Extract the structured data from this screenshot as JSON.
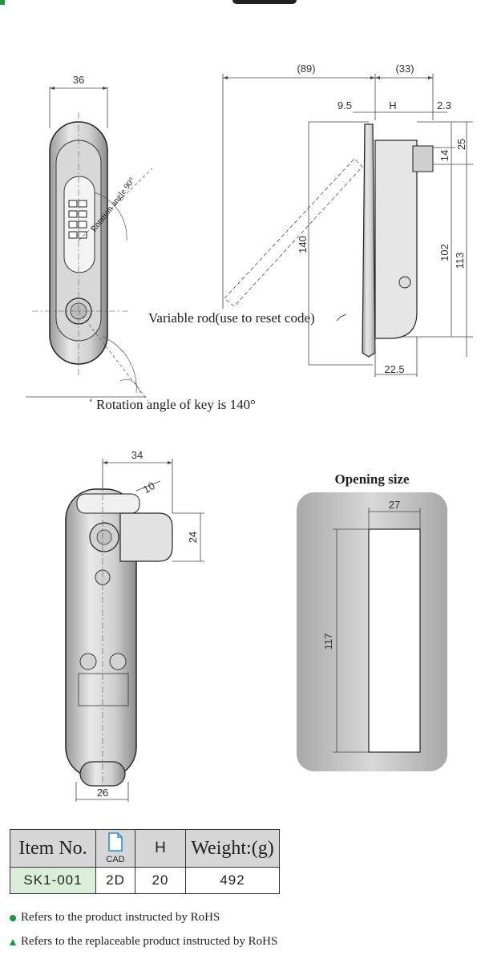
{
  "dims": {
    "front_width": "36",
    "rotation_combo": "Rotation angle 90°",
    "side_total": "(89)",
    "side_right": "(33)",
    "d_9_5": "9.5",
    "d_h": "H",
    "d_2_3": "2.3",
    "d_25": "25",
    "d_14": "14",
    "d_102": "102",
    "d_113": "113",
    "d_140": "140",
    "d_22_5": "22.5",
    "back_width": "34",
    "back_10": "10",
    "back_24": "24",
    "back_26": "26",
    "open_width": "27",
    "open_height": "117"
  },
  "labels": {
    "variable_rod": "Variable rod(use to reset code)",
    "key_rotation": "Rotation angle of key is 140°",
    "opening_size": "Opening size"
  },
  "table": {
    "headers": {
      "item_no": "Item No.",
      "cad": "CAD",
      "h": "H",
      "weight": "Weight:(g)"
    },
    "rows": [
      {
        "item_no": "SK1-001",
        "cad": "2D",
        "h": "20",
        "weight": "492"
      }
    ]
  },
  "notes": {
    "rohs": "Refers to the product instructed by RoHS",
    "replaceable": "Refers to the replaceable product instructed by RoHS"
  },
  "colors": {
    "accent": "#1a9a3a",
    "cad_icon": "#2a8fd6",
    "row_highlight": "#d9efd9",
    "opening_box": "#b5b5b5"
  }
}
